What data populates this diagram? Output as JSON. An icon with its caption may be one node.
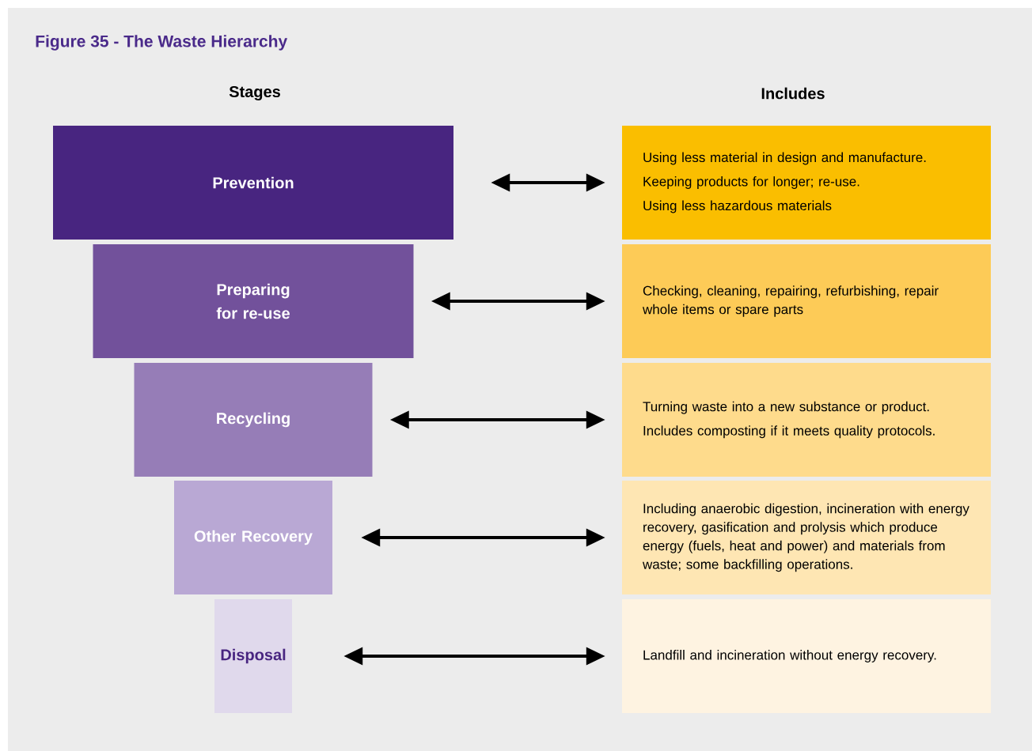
{
  "diagram": {
    "title": "Figure 35 - The Waste Hierarchy",
    "nodes": [
      {
        "text": [
          "Prevention"
        ]
      },
      {
        "text": [
          "Preparing for re-use"
        ]
      },
      {
        "text": [
          "Recycling"
        ]
      },
      {
        "text": [
          "Other Recovery"
        ]
      },
      {
        "text": [
          "Disposal"
        ]
      },
      {
        "text": [
          "Using less material in design and manufacture.",
          "Keeping products for longer; re-use.",
          "Using less hazardous materials"
        ]
      },
      {
        "text": [
          "Checking, cleaning, repairing, refurbishing, repair whole items or spare parts"
        ]
      },
      {
        "text": [
          "Turning waste into a new substance or product.",
          "Includes composting if it meets quality protocols."
        ]
      },
      {
        "text": [
          "Including anaerobic digestion, incineration with energy recovery, gasification and prolysis which produce energy (fuels, heat and power) and materials from waste; some backfilling operations."
        ]
      },
      {
        "text": [
          "Landfill and incineration without energy recovery."
        ]
      }
    ],
    "edges": [
      {
        "from": 0,
        "to": 5,
        "arrow": "both"
      },
      {
        "from": 1,
        "to": 6,
        "arrow": "both"
      },
      {
        "from": 2,
        "to": 7,
        "arrow": "both"
      },
      {
        "from": 3,
        "to": 8,
        "arrow": "both"
      },
      {
        "from": 4,
        "to": 9,
        "arrow": "both"
      }
    ],
    "labels": [
      "Stages",
      "Includes"
    ]
  }
}
